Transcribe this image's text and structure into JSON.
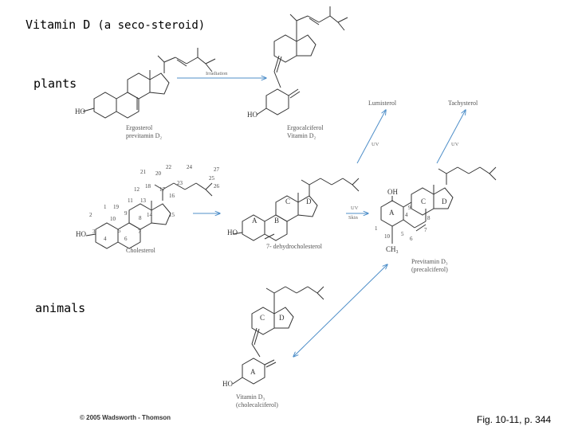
{
  "title": {
    "main": "Vitamin D",
    "sub": "(a seco-steroid)"
  },
  "labels": {
    "plants": "plants",
    "animals": "animals"
  },
  "arrows": {
    "irradiation": "Irradiation",
    "uv1": "UV",
    "uv2": "UV",
    "uv_skin_1": "UV",
    "uv_skin_2": "Skin"
  },
  "products": {
    "lumisterol": "Lumisterol",
    "tachysterol": "Tachysterol"
  },
  "compounds": {
    "ergosterol": [
      "Ergosterol",
      "previtamin D₂"
    ],
    "ergocalciferol": [
      "Ergocalciferol",
      "Vitamin D₂"
    ],
    "cholesterol": [
      "Cholesterol"
    ],
    "dehydro": [
      "7- dehydrocholesterol"
    ],
    "previtamin": [
      "Previtamin D₃",
      "(precalciferol)"
    ],
    "vitd3": [
      "Vitamin D₃",
      "(cholecalciferol)"
    ]
  },
  "groups": {
    "ho": "HO",
    "oh": "OH",
    "ch3": "CH₃"
  },
  "rings": {
    "a": "A",
    "b": "B",
    "c": "C",
    "d": "D"
  },
  "numbering": [
    "1",
    "2",
    "3",
    "4",
    "5",
    "6",
    "7",
    "8",
    "9",
    "10",
    "11",
    "12",
    "13",
    "14",
    "15",
    "16",
    "17",
    "18",
    "19",
    "20",
    "21",
    "22",
    "23",
    "24",
    "25",
    "26",
    "27"
  ],
  "previtamin_numbers": [
    "1",
    "4",
    "5",
    "6",
    "7",
    "8",
    "9",
    "10"
  ],
  "footer": {
    "credit": "© 2005 Wadsworth - Thomson",
    "figure": "Fig. 10-11, p. 344"
  }
}
